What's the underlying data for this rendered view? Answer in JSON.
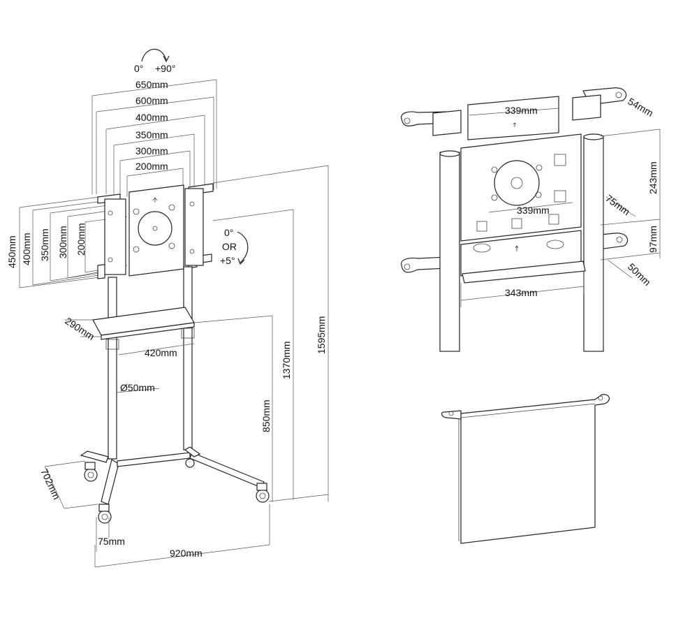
{
  "left": {
    "rotation": {
      "a": "0°",
      "b": "+90°"
    },
    "tilt": {
      "a": "0°",
      "b": "OR",
      "c": "+5°"
    },
    "widths": [
      "650mm",
      "600mm",
      "400mm",
      "350mm",
      "300mm",
      "200mm"
    ],
    "heights": [
      "450mm",
      "400mm",
      "350mm",
      "300mm",
      "200mm"
    ],
    "shelf_depth": "290mm",
    "shelf_width": "420mm",
    "pole_diameter": "Ø50mm",
    "height_1595": "1595mm",
    "height_1370": "1370mm",
    "height_850": "850mm",
    "base_depth": "702mm",
    "caster_offset": "75mm",
    "base_width": "920mm"
  },
  "right": {
    "top_width": "339mm",
    "plate_width": "339mm",
    "bottom_width": "343mm",
    "side_54": "54mm",
    "side_243": "243mm",
    "side_75": "75mm",
    "side_97": "97mm",
    "side_50": "50mm"
  }
}
